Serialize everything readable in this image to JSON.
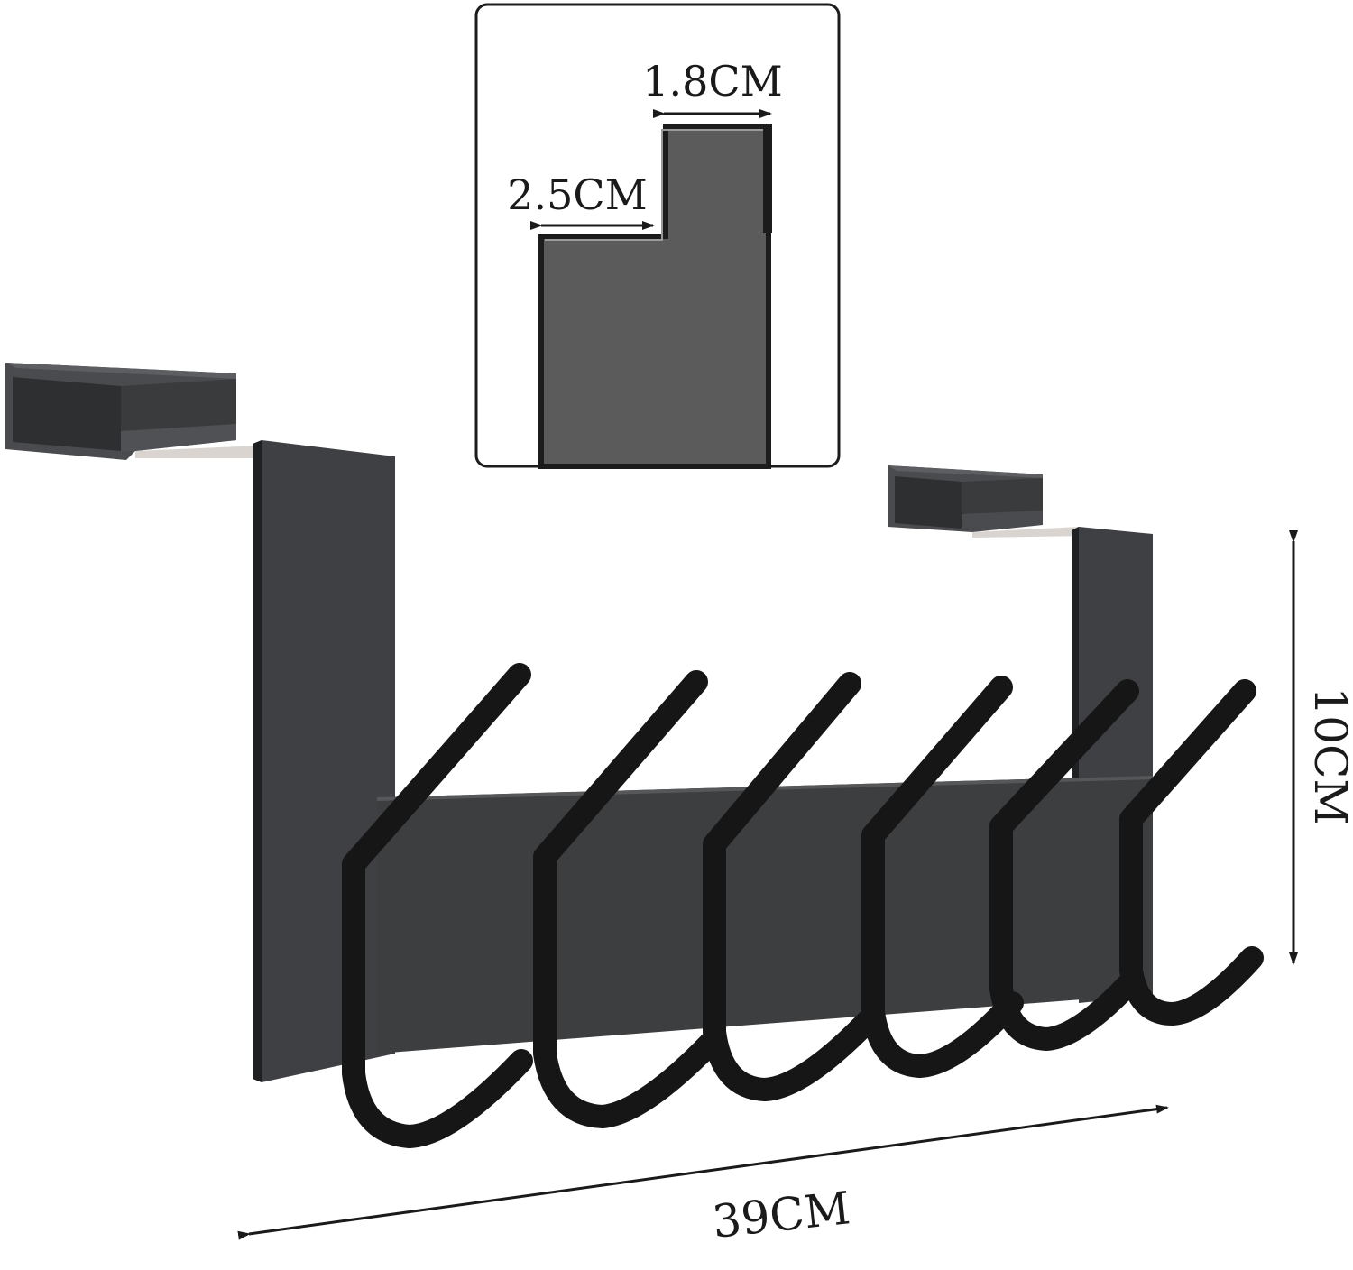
{
  "labels": {
    "inset_top_width": "1.8CM",
    "inset_step_width": "2.5CM",
    "height": "10CM",
    "length": "39CM"
  },
  "colors": {
    "background": "#ffffff",
    "steel_dark": "#3d3e40",
    "steel_mid": "#4a4b4e",
    "steel_light": "#5a5b5e",
    "hook_black": "#161617",
    "inset_fill": "#5b5b5b",
    "inset_border": "#1c1c1c",
    "dimension_line": "#1a1a1a"
  },
  "product": {
    "hook_count": 6
  }
}
